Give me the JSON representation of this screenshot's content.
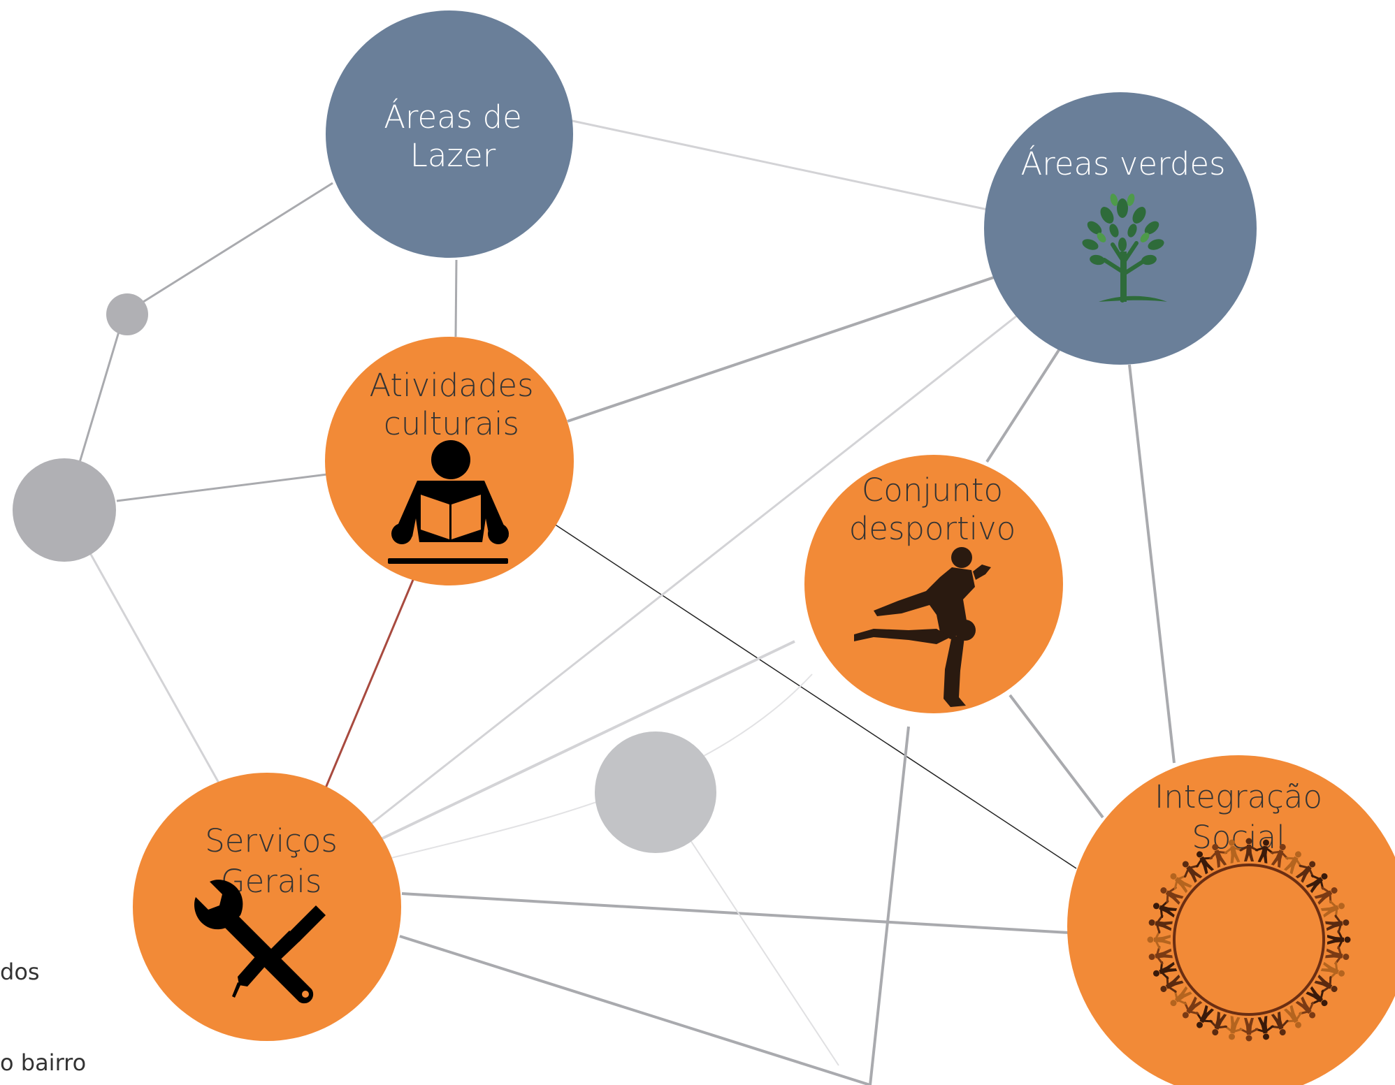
{
  "colors": {
    "orange": "#F28A37",
    "slate": "#6A7F99",
    "gray_node": "#B0B0B4",
    "gray_line": "#A9AAAE",
    "light_line": "#D3D3D6",
    "red_line": "#A84A3F",
    "dark_line": "#222222",
    "icon": "#000000"
  },
  "nodes": {
    "lazer": {
      "line1": "Áreas de",
      "line2": "Lazer"
    },
    "verdes": {
      "line1": "Áreas verdes"
    },
    "cultura": {
      "line1": "Atividades",
      "line2": "culturais"
    },
    "desporto": {
      "line1": "Conjunto",
      "line2": "desportivo"
    },
    "servicos": {
      "line1": "Serviços",
      "line2": "Gerais"
    },
    "social": {
      "line1": "Integração",
      "line2": "Social"
    }
  },
  "icons": {
    "lazer": "none",
    "verdes": "tree-icon",
    "cultura": "reading-person-icon",
    "desporto": "soccer-player-icon",
    "servicos": "tools-icon",
    "social": "people-circle-icon"
  },
  "side_text": {
    "top": "dos",
    "bottom": "o bairro"
  }
}
